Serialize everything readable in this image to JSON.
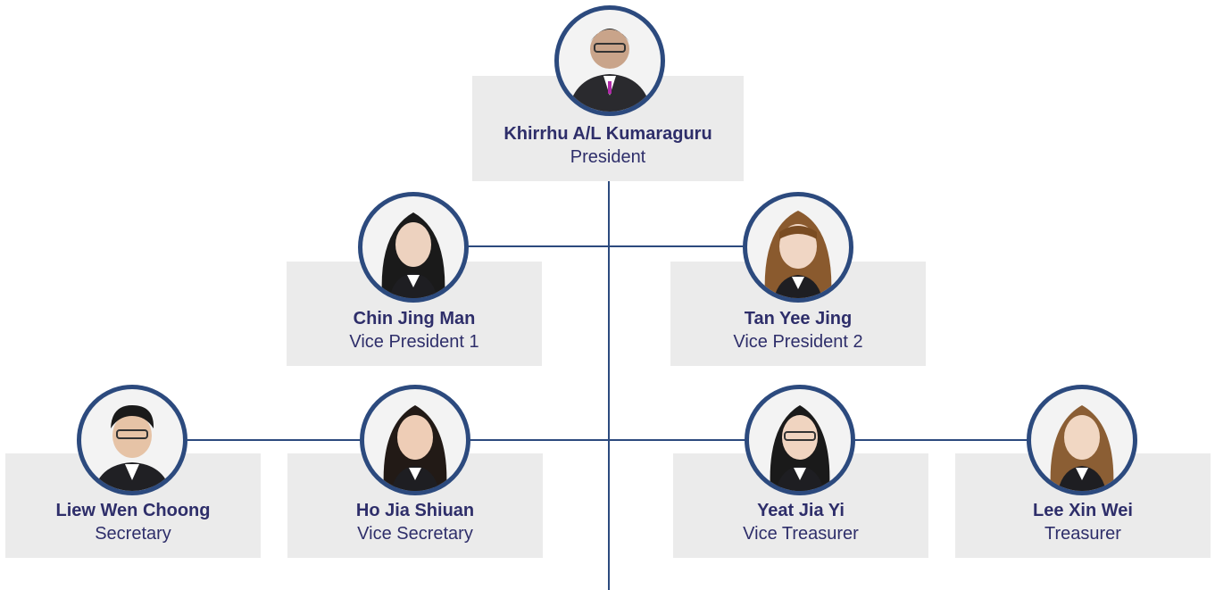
{
  "org_chart": {
    "president": {
      "name": "Khirrhu A/L Kumaraguru",
      "role": "President",
      "photo_icon": "person-photo-icon"
    },
    "vice_presidents": [
      {
        "name": "Chin Jing Man",
        "role": "Vice President 1",
        "photo_icon": "person-photo-icon"
      },
      {
        "name": "Tan Yee Jing",
        "role": "Vice President 2",
        "photo_icon": "person-photo-icon"
      }
    ],
    "officers": [
      {
        "name": "Liew Wen Choong",
        "role": "Secretary",
        "photo_icon": "person-photo-icon"
      },
      {
        "name": "Ho Jia Shiuan",
        "role": "Vice Secretary",
        "photo_icon": "person-photo-icon"
      },
      {
        "name": "Yeat Jia Yi",
        "role": "Vice Treasurer",
        "photo_icon": "person-photo-icon"
      },
      {
        "name": "Lee Xin Wei",
        "role": "Treasurer",
        "photo_icon": "person-photo-icon"
      }
    ]
  },
  "colors": {
    "line": "#2c4a7e",
    "card_bg": "#ebebeb",
    "text": "#2e2e6a",
    "avatar_border": "#2c4a7e"
  }
}
